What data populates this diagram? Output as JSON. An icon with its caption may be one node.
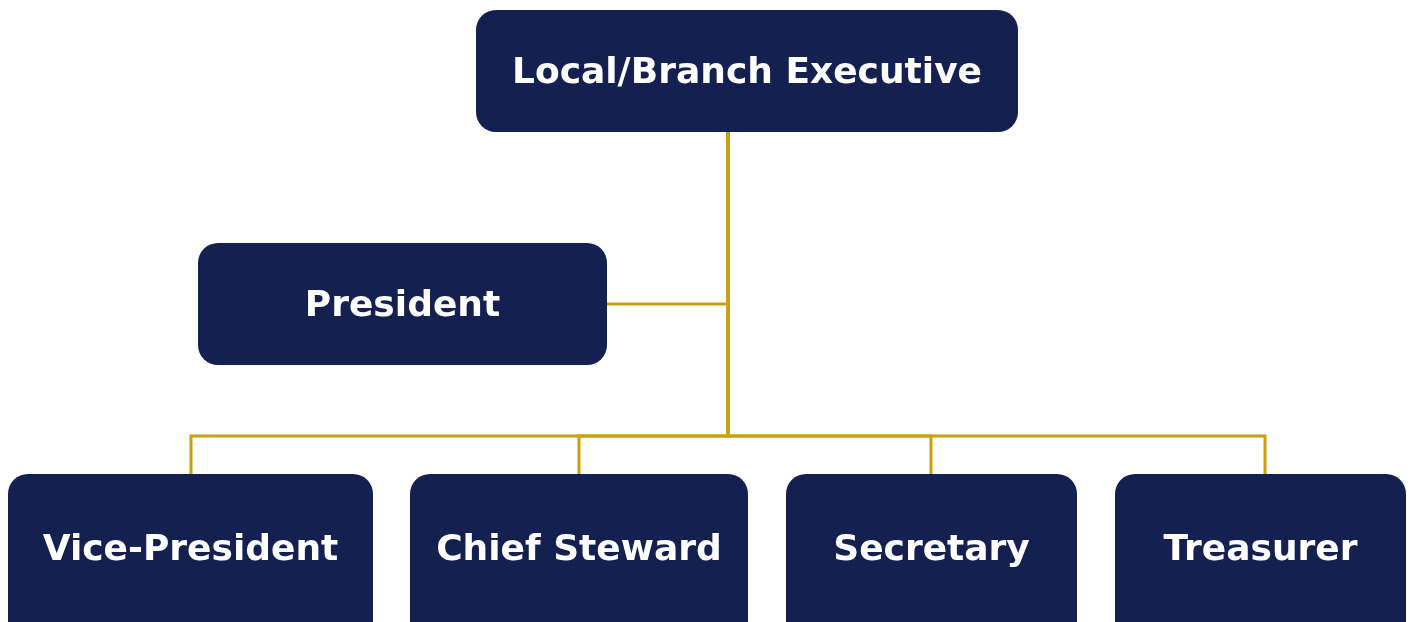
{
  "diagram": {
    "nodes": [
      {
        "text": [
          "Local/Branch Executive"
        ]
      },
      {
        "text": [
          "President"
        ]
      },
      {
        "text": [
          "Vice-President"
        ]
      },
      {
        "text": [
          "Chief Steward"
        ]
      },
      {
        "text": [
          "Secretary"
        ]
      },
      {
        "text": [
          "Treasurer"
        ]
      }
    ],
    "edges": [
      {
        "from": 0,
        "to": 1,
        "arrow": "none"
      },
      {
        "from": 0,
        "to": 2,
        "arrow": "none"
      },
      {
        "from": 0,
        "to": 3,
        "arrow": "none"
      },
      {
        "from": 0,
        "to": 4,
        "arrow": "none"
      },
      {
        "from": 0,
        "to": 5,
        "arrow": "none"
      }
    ]
  }
}
